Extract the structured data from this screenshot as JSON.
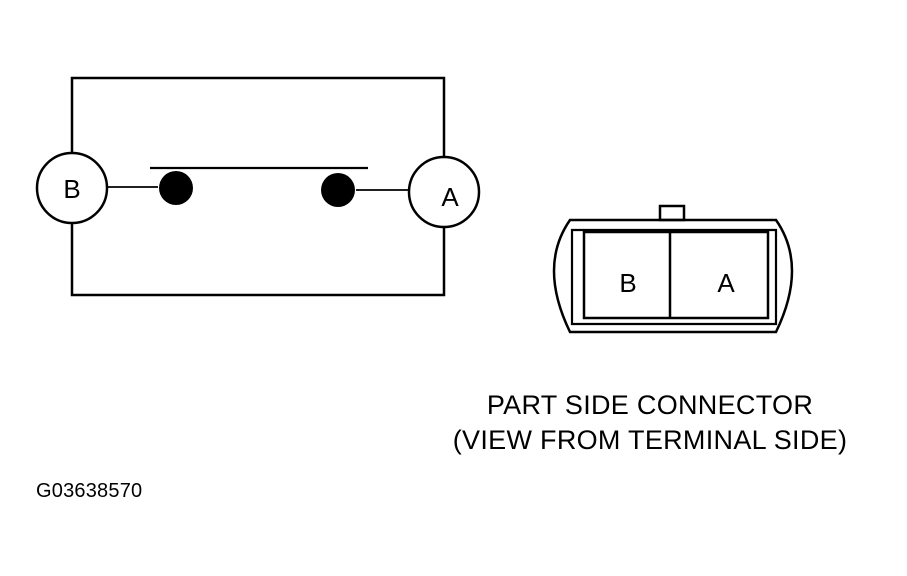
{
  "switch_diagram": {
    "terminal_left": "B",
    "terminal_right": "A"
  },
  "connector": {
    "pin_left": "B",
    "pin_right": "A"
  },
  "caption": {
    "line1": "PART SIDE CONNECTOR",
    "line2": "(VIEW FROM TERMINAL SIDE)"
  },
  "figure_code": "G03638570"
}
